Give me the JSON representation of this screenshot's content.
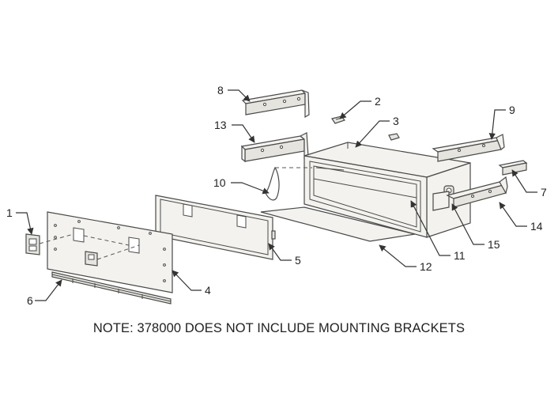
{
  "note": "NOTE: 378000 DOES NOT INCLUDE MOUNTING BRACKETS",
  "callouts": [
    "1",
    "2",
    "3",
    "4",
    "5",
    "6",
    "7",
    "8",
    "9",
    "10",
    "11",
    "12",
    "13",
    "14",
    "15"
  ],
  "colors": {
    "line": "#4a4a4a",
    "fill": "#f3f2ef",
    "text": "#222222"
  }
}
